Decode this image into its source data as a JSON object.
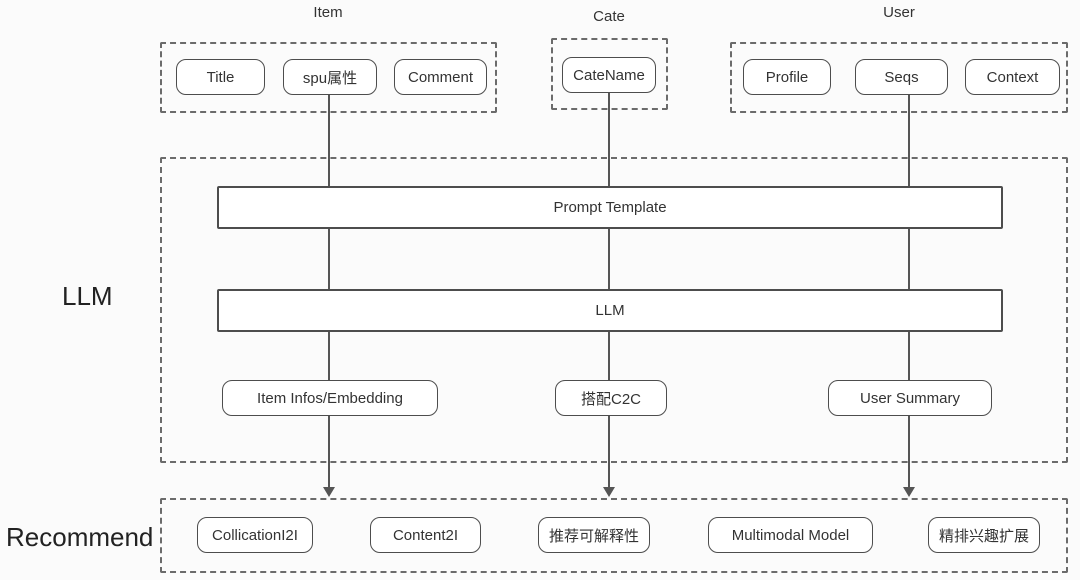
{
  "groups": {
    "item": {
      "label": "Item",
      "boxes": [
        "Title",
        "spu属性",
        "Comment"
      ]
    },
    "cate": {
      "label": "Cate",
      "boxes": [
        "CateName"
      ]
    },
    "user": {
      "label": "User",
      "boxes": [
        "Profile",
        "Seqs",
        "Context"
      ]
    }
  },
  "llm_section": {
    "label": "LLM",
    "prompt_template_label": "Prompt Template",
    "llm_label": "LLM",
    "outputs": [
      "Item Infos/Embedding",
      "搭配C2C",
      "User Summary"
    ]
  },
  "recommend_section": {
    "label": "Recommend",
    "boxes": [
      "CollicationI2I",
      "Content2I",
      "推荐可解释性",
      "Multimodal Model",
      "精排兴趣扩展"
    ]
  },
  "colors": {
    "background": "#fbfbfb",
    "node_fill": "#ffffff",
    "border": "#4d4d4d",
    "dashed_border": "#6b6b6b",
    "line": "#555555",
    "text": "#333333"
  }
}
